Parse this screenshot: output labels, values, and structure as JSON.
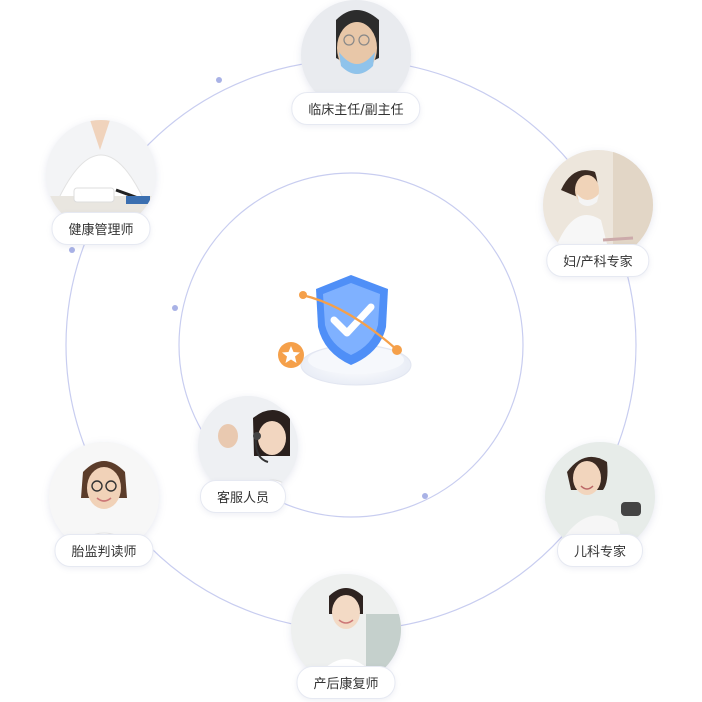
{
  "roles": {
    "clinical_director": "临床主任/副主任",
    "obgyn_expert": "妇/产科专家",
    "pediatric_expert": "儿科专家",
    "postpartum_therapist": "产后康复师",
    "fetal_monitor_reader": "胎监判读师",
    "health_manager": "健康管理师",
    "customer_service": "客服人员"
  },
  "colors": {
    "ring": "#c8cdf0",
    "dot": "#a9b2e6",
    "shield": "#4f8ff7",
    "accent": "#f5a04a"
  },
  "icons": {
    "center": "shield-check-icon",
    "star": "star-coin-icon"
  }
}
